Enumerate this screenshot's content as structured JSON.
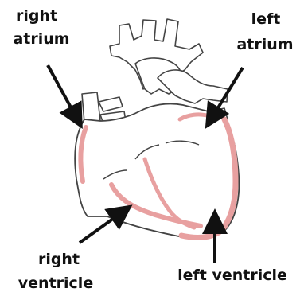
{
  "labels": {
    "right_atrium": {
      "line1": "right",
      "line2": "atrium"
    },
    "left_atrium": {
      "line1": "left",
      "line2": "atrium"
    },
    "right_ventricle": {
      "line1": "right",
      "line2": "ventricle"
    },
    "left_ventricle": {
      "line1": "left ventricle"
    }
  },
  "colors": {
    "outline": "#444444",
    "chamber_wall": "#e8a0a0",
    "arrow": "#111111",
    "text": "#111111",
    "background": "#ffffff"
  }
}
